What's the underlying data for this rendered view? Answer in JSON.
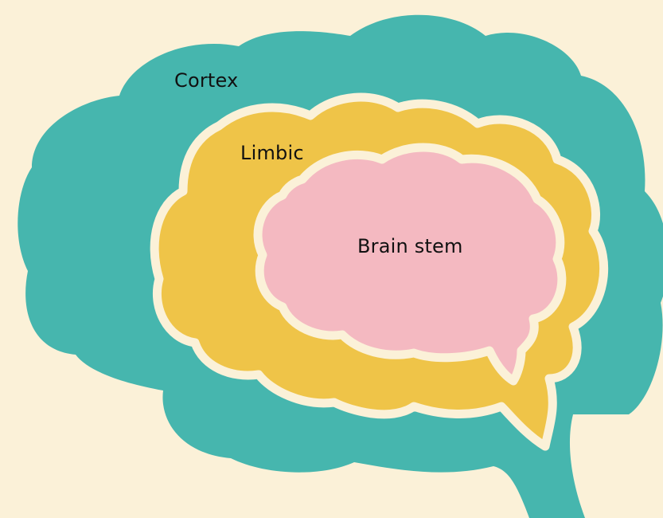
{
  "layers": [
    {
      "id": "cortex",
      "label": "Cortex",
      "color": "#46b6ae"
    },
    {
      "id": "limbic",
      "label": "Limbic",
      "color": "#efc448"
    },
    {
      "id": "brain_stem",
      "label": "Brain stem",
      "color": "#f4b9c1"
    }
  ],
  "colors": {
    "background": "#fbf1d8",
    "outline": "#fbf1d8"
  }
}
